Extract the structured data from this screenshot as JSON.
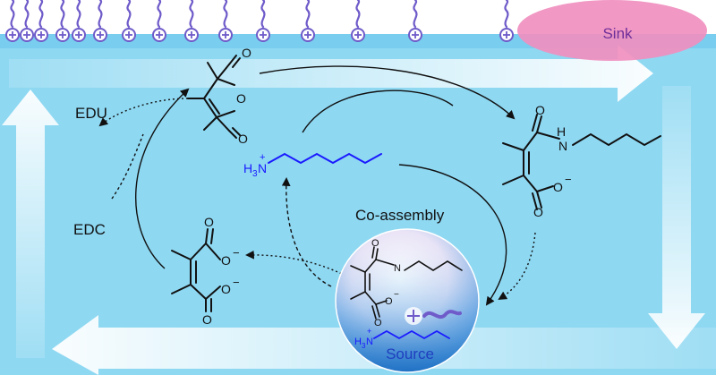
{
  "labels": {
    "sink": "Sink",
    "source": "Source",
    "co_assembly": "Co-assembly",
    "edu": "EDU",
    "edc": "EDC"
  },
  "chem": {
    "amine_h": "H",
    "amine_sub": "3",
    "amine_n": "N",
    "amine_plus": "+",
    "amide_h": "H",
    "amide_n": "N",
    "carboxylate_o": "O",
    "carboxylate_minus": "−",
    "ring_o": "O",
    "anhydride_o": "O"
  },
  "colors": {
    "water": "#8ed8f2",
    "sink": "#f08fbf",
    "amine_blue": "#1a1aff",
    "surfactant": "#6f5bc9",
    "flow_arrow": "#ffffff"
  },
  "icons": {
    "surfactant_headgroup": "plus-circle-icon",
    "flow": "wide-arrow-icon"
  }
}
